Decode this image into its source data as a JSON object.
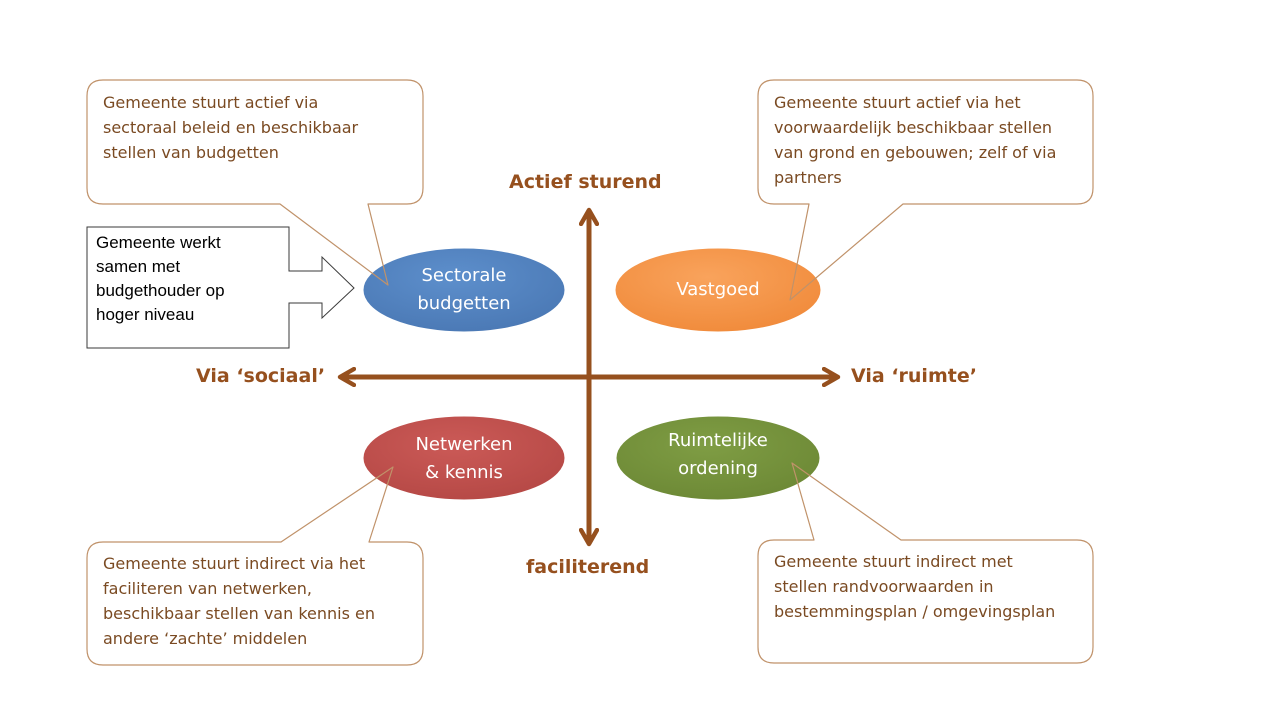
{
  "axes": {
    "top": "Actief sturend",
    "bottom": "faciliterend",
    "left": "Via ‘sociaal’",
    "right": "Via ‘ruimte’"
  },
  "nodes": {
    "top_left": {
      "line1": "Sectorale",
      "line2": "budgetten",
      "color": "#4f81bd"
    },
    "top_right": {
      "line1": "Vastgoed",
      "color": "#f79646"
    },
    "bottom_left": {
      "line1": "Netwerken",
      "line2": "& kennis",
      "color": "#c0504d"
    },
    "bottom_right": {
      "line1": "Ruimtelijke",
      "line2": "ordening",
      "color": "#76923c"
    }
  },
  "callouts": {
    "top_left": [
      "Gemeente stuurt actief via",
      "sectoraal beleid en beschikbaar",
      "stellen van budgetten"
    ],
    "top_right": [
      "Gemeente stuurt actief via het",
      "voorwaardelijk beschikbaar stellen",
      "van grond en gebouwen; zelf of via",
      "partners"
    ],
    "bottom_left": [
      "Gemeente stuurt indirect via het",
      "faciliteren van netwerken,",
      "beschikbaar stellen van kennis en",
      "andere ‘zachte’ middelen"
    ],
    "bottom_right": [
      "Gemeente stuurt indirect met",
      "stellen randvoorwaarden in",
      "bestemmingsplan / omgevingsplan"
    ]
  },
  "side_note": [
    "Gemeente werkt",
    "samen met",
    "budgethouder op",
    "hoger niveau"
  ],
  "colors": {
    "axis": "#96501e",
    "callout_border": "#c0926a",
    "callout_text": "#7a4a22"
  }
}
